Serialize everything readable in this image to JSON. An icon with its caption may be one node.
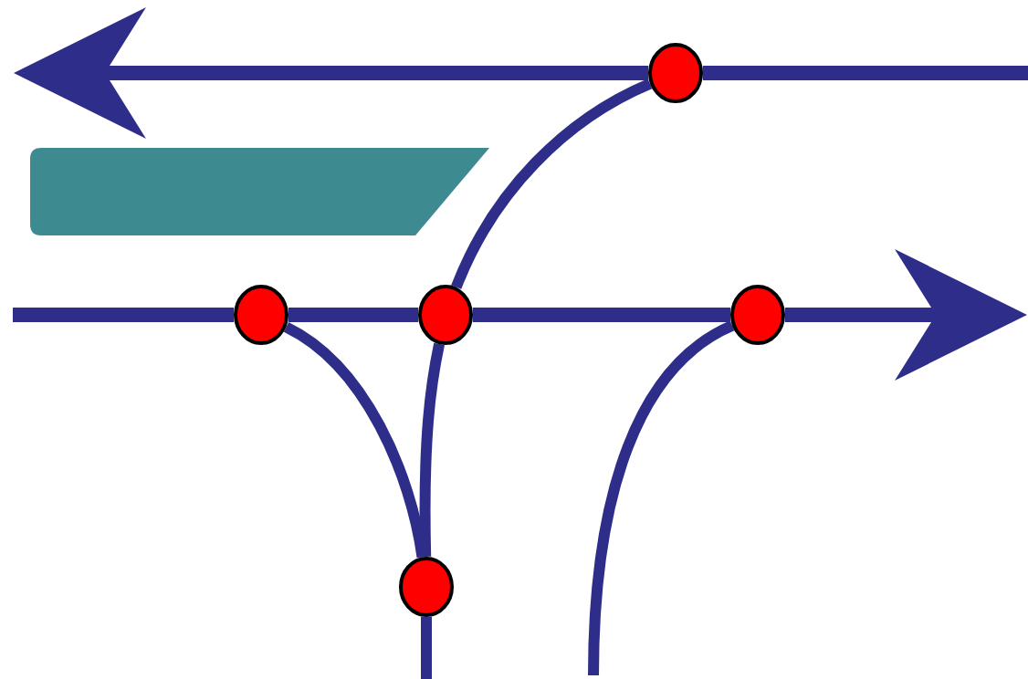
{
  "diagram": {
    "nodes": [
      {
        "text": [],
        "shape": "circle"
      },
      {
        "text": [],
        "shape": "bar"
      },
      {
        "text": [],
        "shape": "circle"
      },
      {
        "text": [],
        "shape": "circle"
      },
      {
        "text": [],
        "shape": "circle"
      },
      {
        "text": [],
        "shape": "circle"
      }
    ],
    "edges": [
      {
        "from": null,
        "to": 0,
        "arrow": "none"
      },
      {
        "from": 0,
        "to": null,
        "arrow": "to"
      },
      {
        "from": null,
        "to": 2,
        "arrow": "none"
      },
      {
        "from": 2,
        "to": 3,
        "arrow": "none"
      },
      {
        "from": 3,
        "to": 4,
        "arrow": "none"
      },
      {
        "from": 4,
        "to": null,
        "arrow": "to"
      },
      {
        "from": 0,
        "to": 3,
        "arrow": "none"
      },
      {
        "from": 3,
        "to": 5,
        "arrow": "none"
      },
      {
        "from": 2,
        "to": 5,
        "arrow": "none"
      },
      {
        "from": 5,
        "to": null,
        "arrow": "none"
      },
      {
        "from": 4,
        "to": null,
        "arrow": "none"
      }
    ]
  }
}
